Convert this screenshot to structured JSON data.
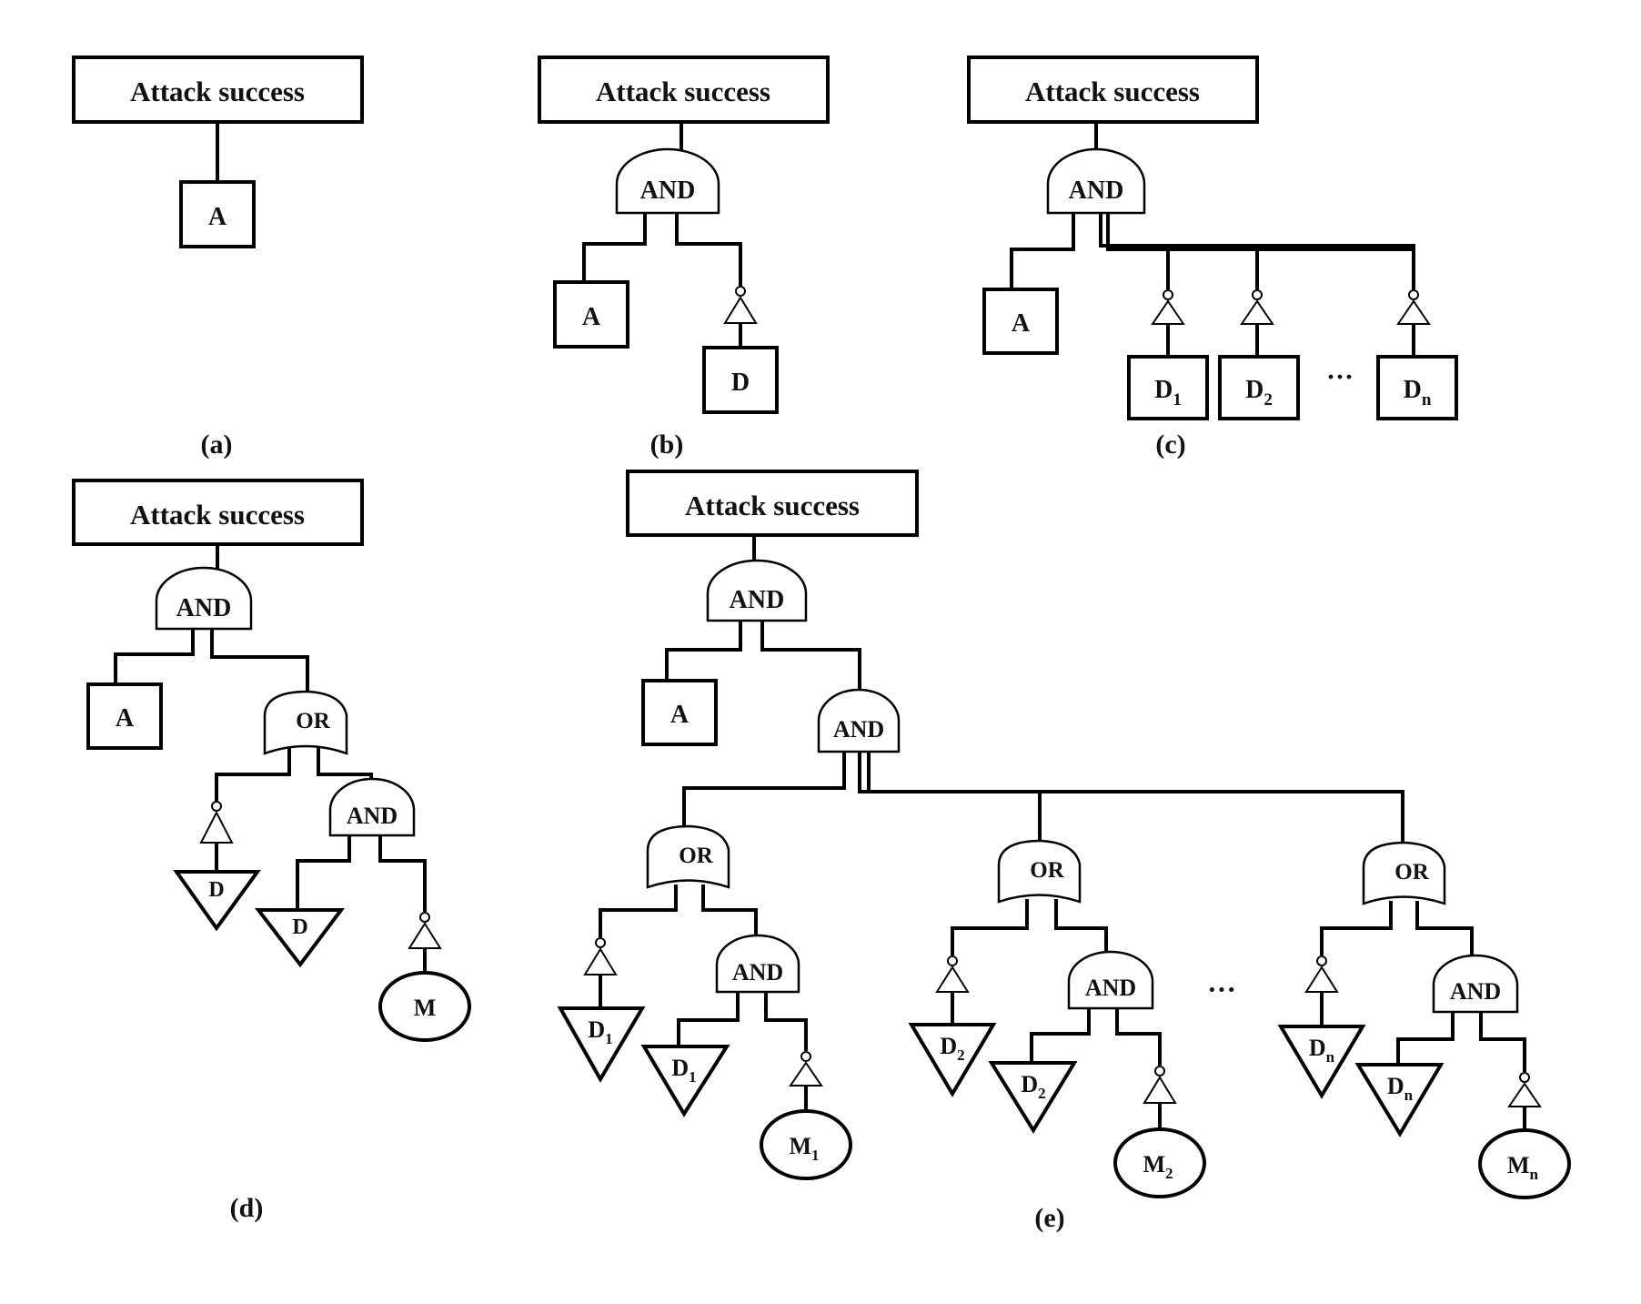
{
  "labels": {
    "top": "Attack success",
    "attack": "A",
    "defense": "D",
    "mitigation": "M",
    "and": "AND",
    "or": "OR",
    "ellipsis": "···",
    "sub1": "1",
    "sub2": "2",
    "subn": "n"
  },
  "panels": [
    "(a)",
    "(b)",
    "(c)",
    "(d)",
    "(e)"
  ]
}
